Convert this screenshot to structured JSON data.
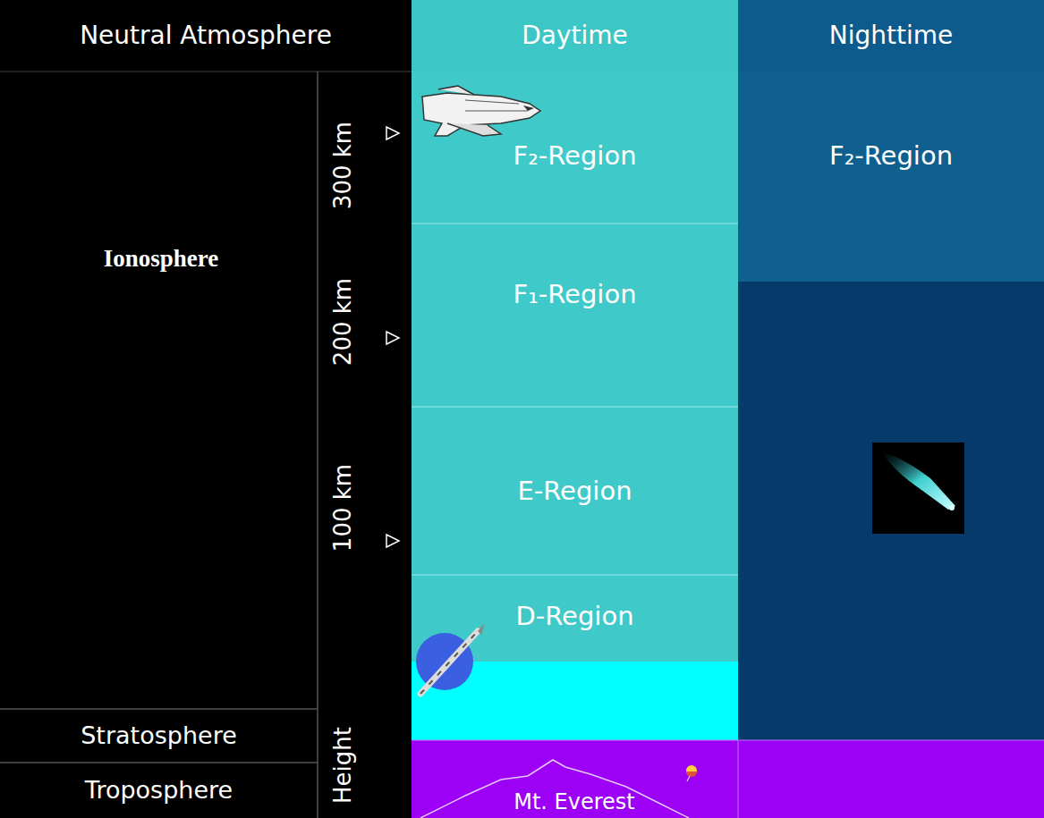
{
  "diagram": {
    "nodes": [
      {
        "text": [
          "Neutral Atmosphere"
        ]
      },
      {
        "text": [
          "Daytime"
        ]
      },
      {
        "text": [
          "Nighttime"
        ]
      },
      {
        "text": [
          "F₂-Region"
        ]
      },
      {
        "text": [
          "F₁-Region"
        ]
      },
      {
        "text": [
          "E-Region"
        ]
      },
      {
        "text": [
          "D-Region"
        ]
      },
      {
        "text": [
          "F₂-Region"
        ]
      },
      {
        "text": [
          "Stratosphere"
        ]
      },
      {
        "text": [
          "Troposphere"
        ]
      }
    ],
    "labels": [
      "Ionosphere",
      "300 km",
      "200 km",
      "100 km",
      "Height",
      "Mt. Everest"
    ]
  }
}
